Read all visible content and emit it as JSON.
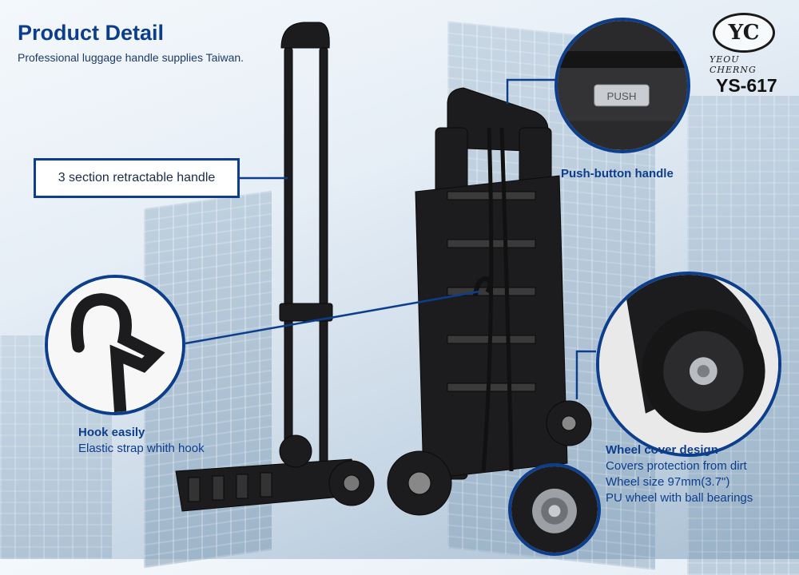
{
  "header": {
    "title": "Product Detail",
    "subtitle": "Professional luggage handle supplies Taiwan."
  },
  "brand": {
    "logo_letters": "YC",
    "name": "YEOU CHERNG",
    "model": "YS-617"
  },
  "features": {
    "handle_label": "3 section retractable handle",
    "push_button": {
      "heading": "Push-button handle",
      "button_text": "PUSH"
    },
    "hook": {
      "heading": "Hook easily",
      "detail": "Elastic strap whith hook"
    },
    "wheel": {
      "heading": "Wheel cover design",
      "lines": [
        "Covers protection from dirt",
        "Wheel size 97mm(3.7\")",
        "PU wheel with ball bearings"
      ]
    }
  },
  "colors": {
    "accent": "#0d3e8c",
    "product": "#1c1c1e"
  }
}
